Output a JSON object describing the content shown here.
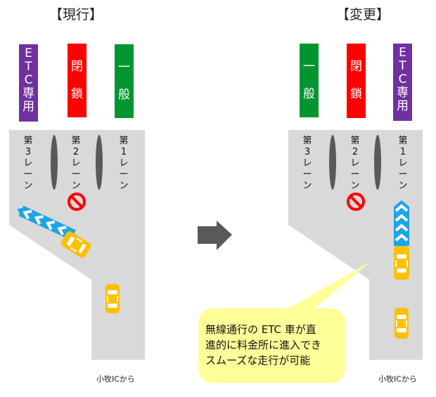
{
  "left_panel": {
    "title": "【現行】",
    "signs": [
      {
        "text": "ETC専用",
        "chars": [
          "E",
          "T",
          "C",
          "専",
          "用"
        ],
        "color": "#7030a0"
      },
      {
        "text": "閉鎖",
        "chars": [
          "閉",
          "鎖"
        ],
        "color": "#ff0000"
      },
      {
        "text": "一般",
        "chars": [
          "一",
          "般"
        ],
        "color": "#00962f"
      }
    ],
    "lanes": [
      {
        "chars": [
          "第",
          "3",
          "レ",
          "ー",
          "ン"
        ],
        "label": "第3レーン"
      },
      {
        "chars": [
          "第",
          "2",
          "レ",
          "ー",
          "ン"
        ],
        "label": "第2レーン"
      },
      {
        "chars": [
          "第",
          "1",
          "レ",
          "ー",
          "ン"
        ],
        "label": "第1レーン"
      }
    ],
    "from_label": "小牧ICから"
  },
  "right_panel": {
    "title": "【変更】",
    "signs": [
      {
        "text": "一般",
        "chars": [
          "一",
          "般"
        ],
        "color": "#00962f"
      },
      {
        "text": "閉鎖",
        "chars": [
          "閉",
          "鎖"
        ],
        "color": "#ff0000"
      },
      {
        "text": "ETC専用",
        "chars": [
          "E",
          "T",
          "C",
          "専",
          "用"
        ],
        "color": "#7030a0"
      }
    ],
    "lanes": [
      {
        "chars": [
          "第",
          "3",
          "レ",
          "ー",
          "ン"
        ],
        "label": "第3レーン"
      },
      {
        "chars": [
          "第",
          "2",
          "レ",
          "ー",
          "ン"
        ],
        "label": "第2レーン"
      },
      {
        "chars": [
          "第",
          "1",
          "レ",
          "ー",
          "ン"
        ],
        "label": "第1レーン"
      }
    ],
    "from_label": "小牧ICから",
    "callout": {
      "lines": [
        "無線通行の ETC 車が直",
        "進的に料金所に進入でき",
        "スムーズな走行が可能"
      ],
      "color": "#ffff99"
    }
  },
  "colors": {
    "road": "#d9d9d9",
    "island": "#595959",
    "car": "#ffc000",
    "guide": "#1ca5e8",
    "no_entry": "#ff0000",
    "arrow": "#595959"
  },
  "icons": [
    "right-arrow-icon",
    "no-entry-icon",
    "car-icon",
    "chevron-guide-icon"
  ]
}
